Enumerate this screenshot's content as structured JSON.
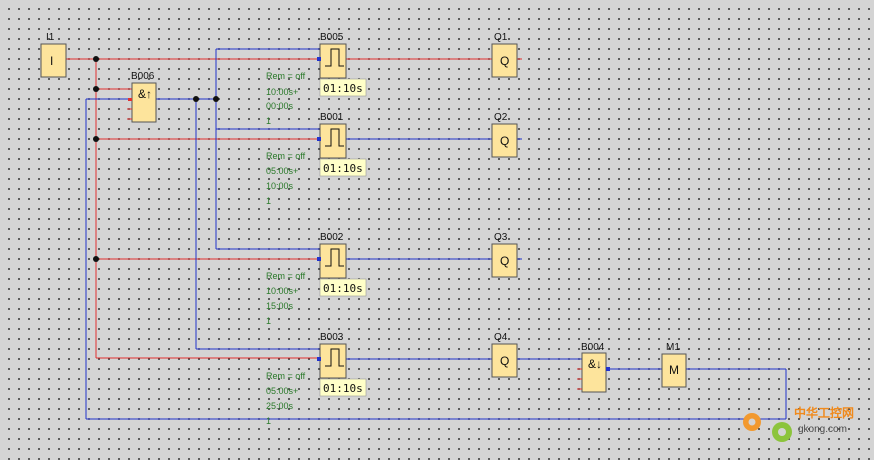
{
  "blocks": {
    "i1": {
      "label": "I1",
      "symbol": "I"
    },
    "b006": {
      "label": "B006",
      "symbol": "&↑"
    },
    "b005": {
      "label": "B005",
      "time": "01:10s",
      "rem": "Rem = off",
      "p1": "10:00s+",
      "p2": "00:00s",
      "p3": "1"
    },
    "b001": {
      "label": "B001",
      "time": "01:10s",
      "rem": "Rem = off",
      "p1": "05:00s+",
      "p2": "10:00s",
      "p3": "1"
    },
    "b002": {
      "label": "B002",
      "time": "01:10s",
      "rem": "Rem = off",
      "p1": "10:00s+",
      "p2": "15:00s",
      "p3": "1"
    },
    "b003": {
      "label": "B003",
      "time": "01:10s",
      "rem": "Rem = off",
      "p1": "05:00s+",
      "p2": "25:00s",
      "p3": "1"
    },
    "q1": {
      "label": "Q1",
      "symbol": "Q"
    },
    "q2": {
      "label": "Q2",
      "symbol": "Q"
    },
    "q3": {
      "label": "Q3",
      "symbol": "Q"
    },
    "q4": {
      "label": "Q4",
      "symbol": "Q"
    },
    "b004": {
      "label": "B004",
      "symbol": "&↓"
    },
    "m1": {
      "label": "M1",
      "symbol": "M"
    }
  },
  "watermark": {
    "brand": "中华工控网",
    "url": "gkong.com"
  },
  "colors": {
    "wire_signal": "#e23030",
    "wire_link": "#2233cc",
    "block_fill": "#fde49c"
  }
}
